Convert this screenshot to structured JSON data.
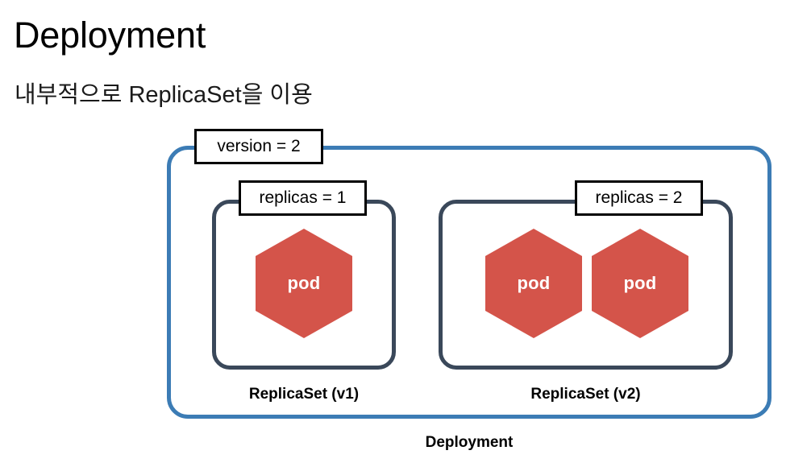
{
  "slide": {
    "title": "Deployment",
    "subtitle": "내부적으로 ReplicaSet을 이용"
  },
  "colors": {
    "deployment_border": "#3c7cb5",
    "replicaset_border": "#3a485a",
    "pod_fill": "#d4544a",
    "pod_text": "#ffffff",
    "label_border": "#000000",
    "text": "#000000"
  },
  "diagram": {
    "type": "kubernetes-deployment-hierarchy",
    "deployment": {
      "caption": "Deployment",
      "attribute_label": "version = 2",
      "replicasets": [
        {
          "caption": "ReplicaSet (v1)",
          "attribute_label": "replicas = 1",
          "pod_count": 1,
          "pods": [
            {
              "label": "pod"
            }
          ]
        },
        {
          "caption": "ReplicaSet (v2)",
          "attribute_label": "replicas = 2",
          "pod_count": 2,
          "pods": [
            {
              "label": "pod"
            },
            {
              "label": "pod"
            }
          ]
        }
      ]
    }
  }
}
